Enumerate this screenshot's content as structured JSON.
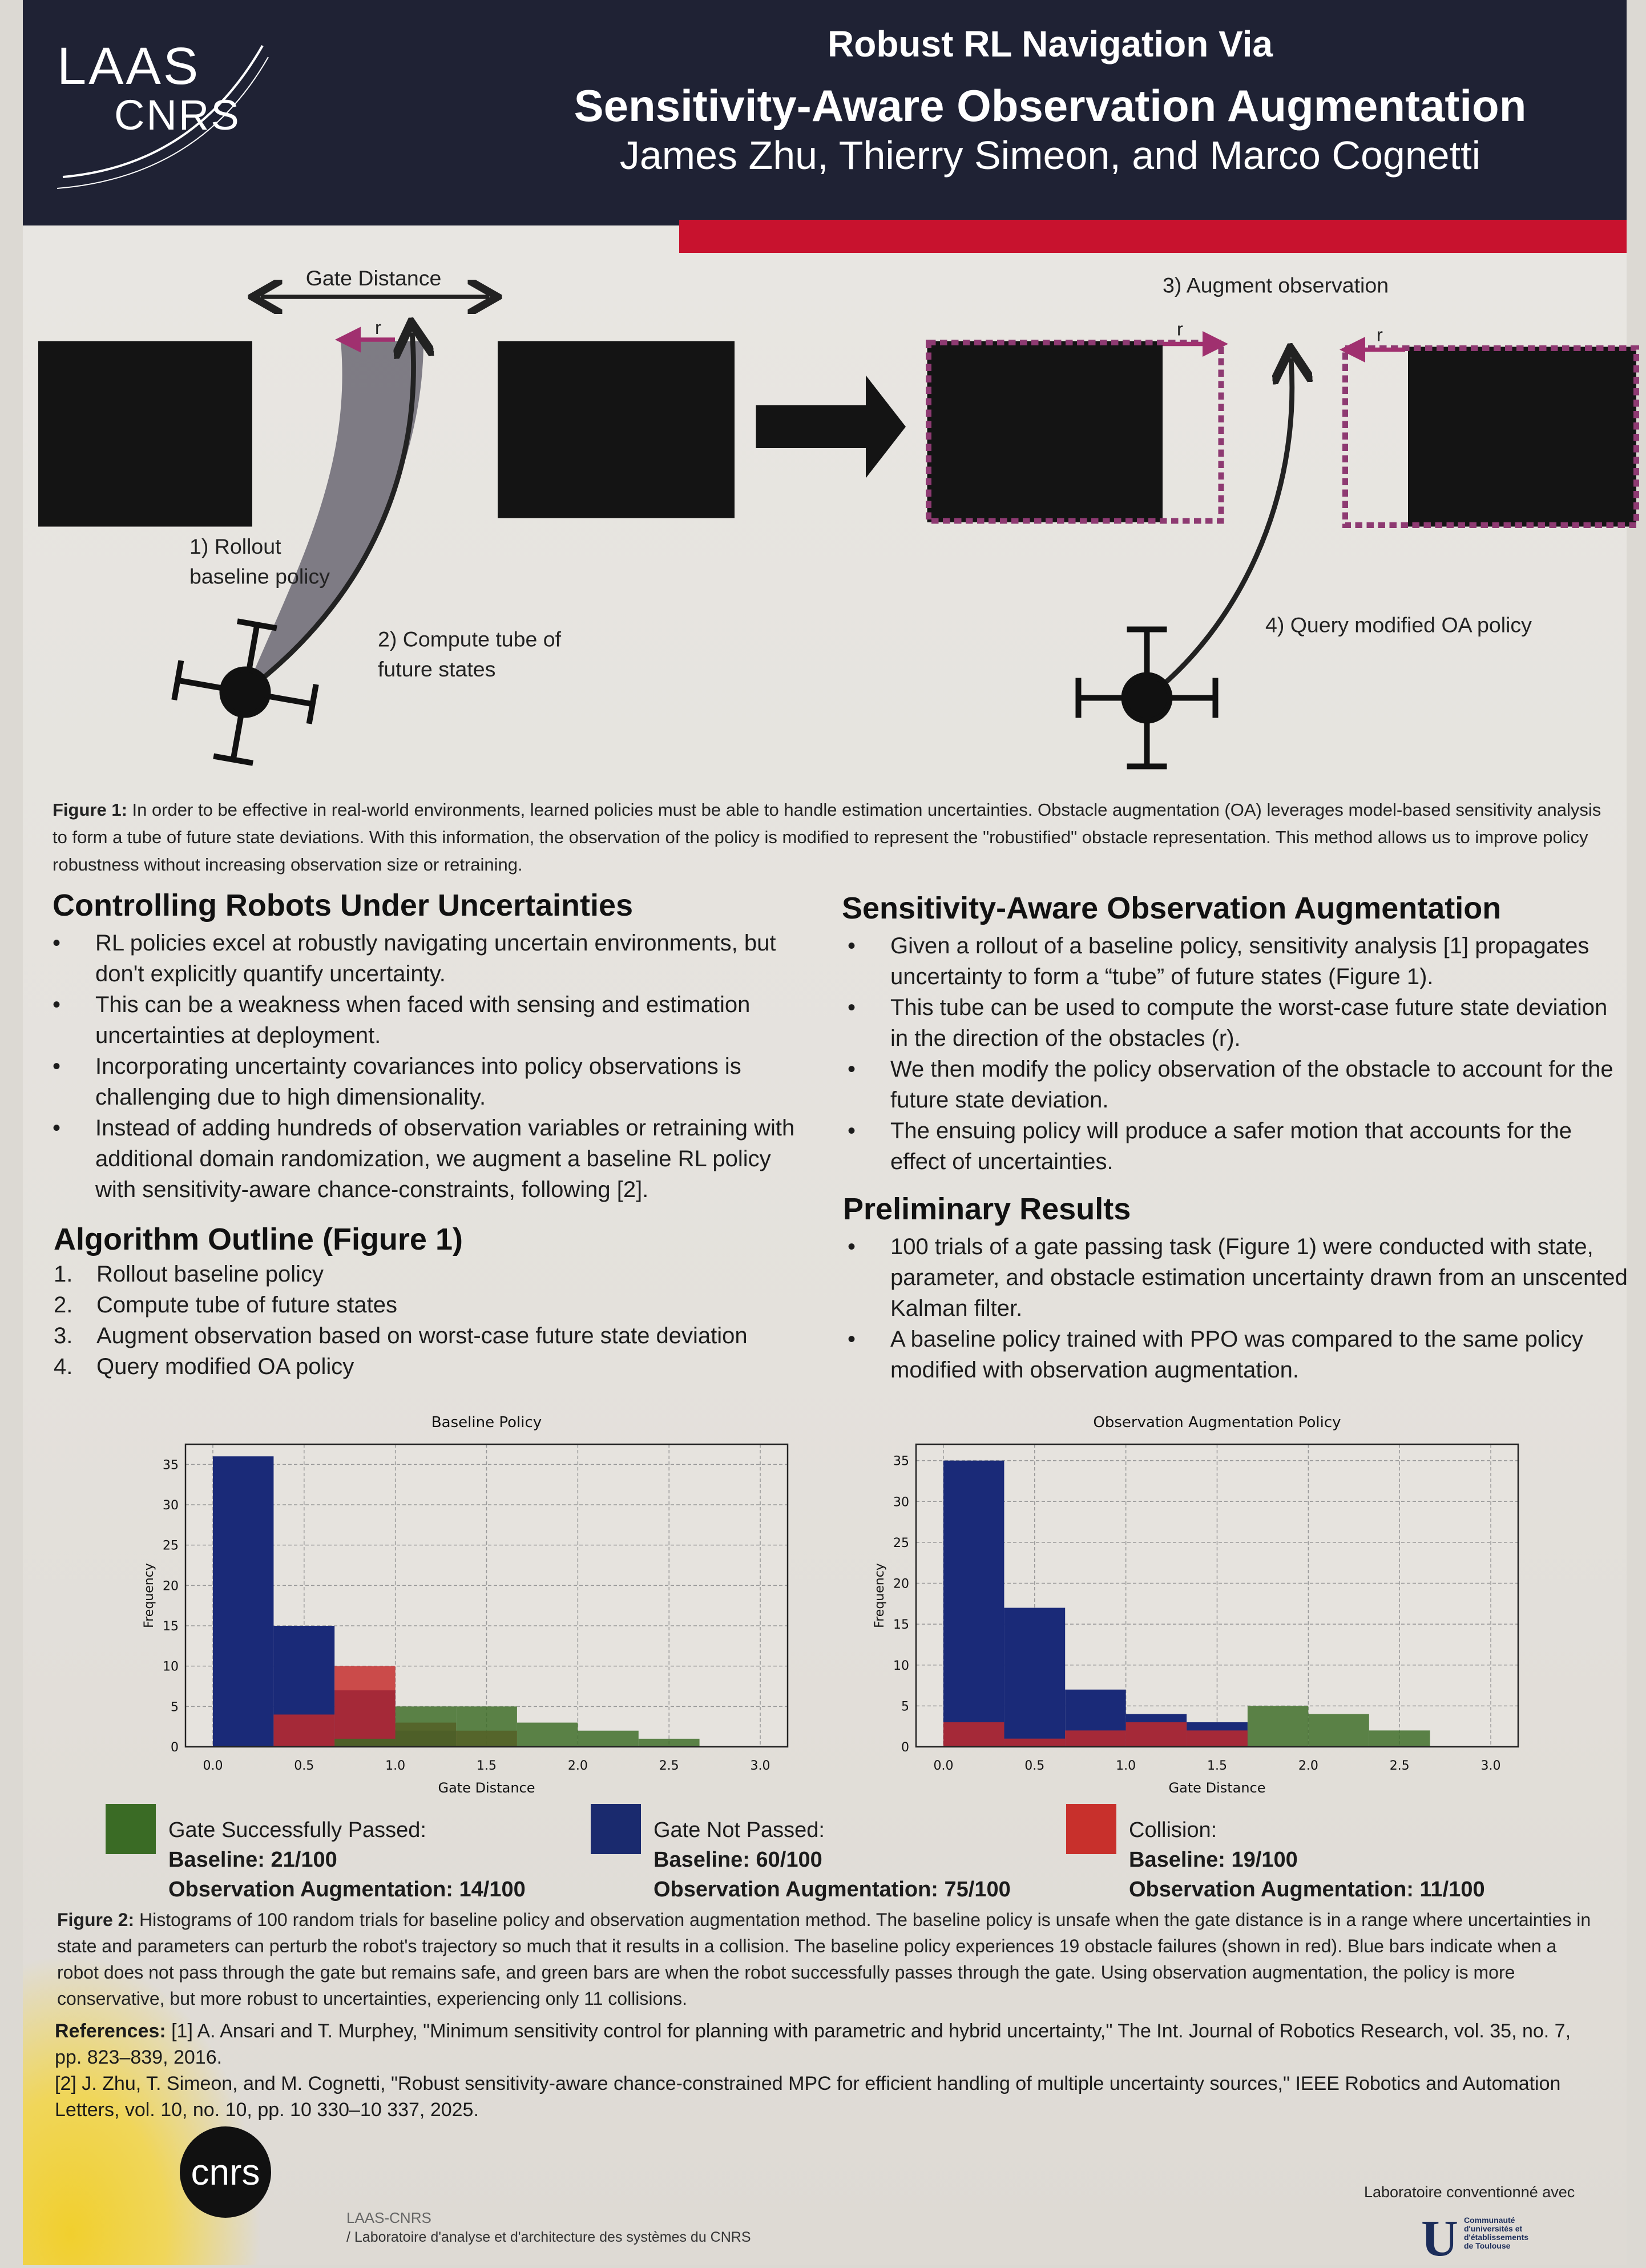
{
  "header": {
    "logo_line1": "LAAS",
    "logo_line2": "CNRS",
    "title_line1": "Robust RL Navigation Via",
    "title_line2": "Sensitivity-Aware Observation Augmentation",
    "authors": "James Zhu, Thierry Simeon, and Marco Cognetti"
  },
  "diagram": {
    "gate_distance": "Gate Distance",
    "r_label": "r",
    "step1_line1": "1) Rollout",
    "step1_line2": "baseline policy",
    "step2_line1": "2) Compute tube of",
    "step2_line2": "future states",
    "step3": "3) Augment observation",
    "step4": "4) Query modified OA policy"
  },
  "figure1": {
    "label": "Figure 1:",
    "text": "In order to be effective in real-world environments, learned policies must be able to handle estimation uncertainties. Obstacle augmentation (OA) leverages model-based sensitivity analysis to form a tube of future state deviations. With this information, the observation of the policy is modified to represent the \"robustified\" obstacle representation. This method allows us to improve policy robustness without increasing observation size or retraining."
  },
  "left": {
    "heading1": "Controlling Robots Under Uncertainties",
    "bullets": [
      "RL policies excel at robustly navigating uncertain environments, but don't explicitly quantify uncertainty.",
      "This can be a weakness when faced with sensing and estimation uncertainties at deployment.",
      "Incorporating uncertainty covariances into policy observations is challenging due to high dimensionality.",
      "Instead of adding hundreds of observation variables or retraining with additional domain randomization, we augment a baseline RL policy with sensitivity-aware chance-constraints, following [2]."
    ],
    "heading2": "Algorithm Outline (Figure 1)",
    "steps": [
      {
        "num": "1.",
        "text": "Rollout baseline policy"
      },
      {
        "num": "2.",
        "text": "Compute tube of future states"
      },
      {
        "num": "3.",
        "text": "Augment observation based on worst-case future state deviation"
      },
      {
        "num": "4.",
        "text": "Query modified OA policy"
      }
    ]
  },
  "right": {
    "heading1": "Sensitivity-Aware Observation Augmentation",
    "bullets": [
      "Given a rollout of a baseline policy, sensitivity analysis [1] propagates uncertainty to form a “tube” of future states (Figure 1).",
      "This tube can be used to compute the worst-case future state deviation in the direction of the obstacles (r).",
      "We then modify the policy observation of the obstacle to account for the future state deviation.",
      "The ensuing policy will produce a safer motion that accounts for the effect of uncertainties."
    ],
    "heading2": "Preliminary Results",
    "bullets2": [
      "100 trials of a gate passing task (Figure 1) were conducted with state, parameter, and obstacle estimation uncertainty drawn from an unscented Kalman filter.",
      "A baseline policy trained with PPO was compared to the same policy modified with observation augmentation."
    ]
  },
  "chart_data": [
    {
      "type": "bar",
      "title": "Baseline Policy",
      "xlabel": "Gate Distance",
      "ylabel": "Frequency",
      "xlim": [
        -0.15,
        3.15
      ],
      "ylim": [
        0,
        37.5
      ],
      "xticks": [
        "0.0",
        "0.5",
        "1.0",
        "1.5",
        "2.0",
        "2.5",
        "3.0"
      ],
      "yticks": [
        "0",
        "5",
        "10",
        "15",
        "20",
        "25",
        "30",
        "35"
      ],
      "grid": true,
      "bin_edges": [
        0,
        0.333,
        0.667,
        1.0,
        1.333,
        1.667,
        2.0,
        2.333,
        2.667,
        3.0
      ],
      "series": [
        {
          "name": "Gate Not Passed",
          "color": "#1a2a78",
          "values": [
            36,
            15,
            7,
            2,
            0,
            0,
            0,
            0,
            0
          ]
        },
        {
          "name": "Collision",
          "color": "#c42a2a",
          "values": [
            0,
            4,
            10,
            3,
            2,
            0,
            0,
            0,
            0
          ]
        },
        {
          "name": "Gate Successfully Passed",
          "color": "#3a6b25",
          "values": [
            0,
            0,
            1,
            5,
            5,
            3,
            2,
            1,
            0
          ]
        }
      ]
    },
    {
      "type": "bar",
      "title": "Observation Augmentation Policy",
      "xlabel": "Gate Distance",
      "ylabel": "Frequency",
      "xlim": [
        -0.15,
        3.15
      ],
      "ylim": [
        0,
        37
      ],
      "xticks": [
        "0.0",
        "0.5",
        "1.0",
        "1.5",
        "2.0",
        "2.5",
        "3.0"
      ],
      "yticks": [
        "0",
        "5",
        "10",
        "15",
        "20",
        "25",
        "30",
        "35"
      ],
      "grid": true,
      "bin_edges": [
        0,
        0.333,
        0.667,
        1.0,
        1.333,
        1.667,
        2.0,
        2.333,
        2.667,
        3.0
      ],
      "series": [
        {
          "name": "Gate Not Passed",
          "color": "#1a2a78",
          "values": [
            35,
            17,
            7,
            4,
            3,
            0,
            0,
            0,
            0
          ]
        },
        {
          "name": "Collision",
          "color": "#c42a2a",
          "values": [
            3,
            1,
            2,
            3,
            2,
            0,
            0,
            0,
            0
          ]
        },
        {
          "name": "Gate Successfully Passed",
          "color": "#3a6b25",
          "values": [
            0,
            0,
            0,
            0,
            0,
            5,
            4,
            2,
            0
          ]
        }
      ]
    }
  ],
  "legend": [
    {
      "label": "Gate Successfully Passed:",
      "baseline": "Baseline: 21/100",
      "oa": "Observation Augmentation: 14/100",
      "color": "#3a6b25"
    },
    {
      "label": "Gate Not Passed:",
      "baseline": "Baseline: 60/100",
      "oa": "Observation Augmentation: 75/100",
      "color": "#1a2a6e"
    },
    {
      "label": "Collision:",
      "baseline": "Baseline: 19/100",
      "oa": "Observation Augmentation: 11/100",
      "color": "#c8302c"
    }
  ],
  "figure2": {
    "label": "Figure 2:",
    "text": "Histograms of 100 random trials for baseline policy and observation augmentation method. The baseline policy is unsafe when the gate distance is in a range where uncertainties in state and parameters can perturb the robot's trajectory so much that it results in a collision. The baseline policy experiences 19 obstacle failures (shown in red). Blue bars indicate when a robot does not pass through the gate but remains safe, and green bars are when the robot successfully passes through the gate. Using observation augmentation, the policy is more conservative, but more robust to uncertainties, experiencing only 11 collisions."
  },
  "references": {
    "label": "References:",
    "ref1": "[1] A. Ansari and T. Murphey, \"Minimum sensitivity control for planning with parametric and hybrid uncertainty,\" The Int. Journal of Robotics Research, vol. 35, no. 7, pp. 823–839, 2016.",
    "ref2": "[2] J. Zhu, T. Simeon, and M. Cognetti, \"Robust sensitivity-aware chance-constrained MPC for efficient handling of multiple uncertainty sources,\" IEEE Robotics and Automation Letters, vol. 10, no. 10, pp. 10 330–10 337, 2025."
  },
  "footer": {
    "cnrs_logo": "cnrs",
    "lab_name": "LAAS-CNRS",
    "lab_full": "/ Laboratoire d'analyse et d'architecture des systèmes du CNRS",
    "conventionne": "Laboratoire conventionné avec",
    "u_logo": "U",
    "u_text": "Communauté d'universités et d'établissements de Toulouse"
  }
}
